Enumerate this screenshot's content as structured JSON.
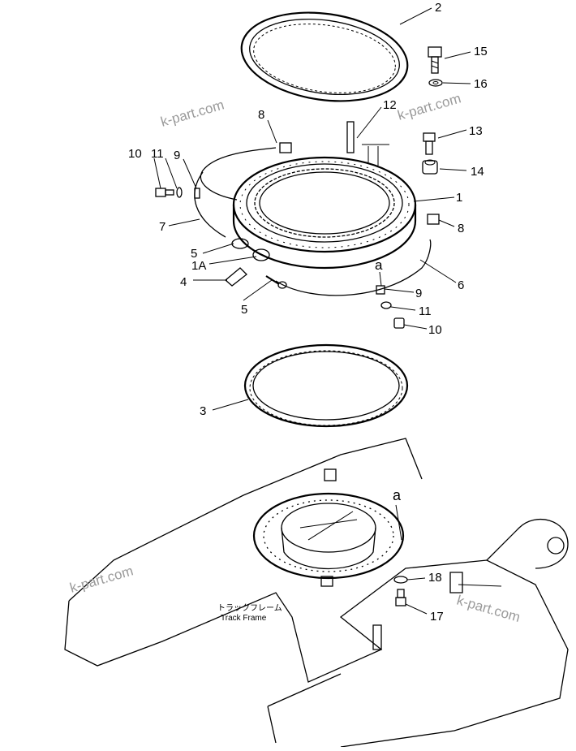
{
  "callouts": {
    "c2": "2",
    "c15": "15",
    "c16": "16",
    "c12": "12",
    "c8a": "8",
    "c13": "13",
    "c14": "14",
    "c10a": "10",
    "c11a": "11",
    "c9a": "9",
    "c1": "1",
    "c7": "7",
    "c8b": "8",
    "c5a": "5",
    "c1A": "1A",
    "c6": "6",
    "c4": "4",
    "c9b": "9",
    "c5b": "5",
    "c11b": "11",
    "c10b": "10",
    "c3": "3",
    "c18": "18",
    "c17": "17",
    "a1": "a",
    "a2": "a"
  },
  "watermarks": [
    "k-part.com",
    "k-part.com",
    "k-part.com",
    "k-part.com"
  ],
  "track_frame": {
    "jp": "トラックフレーム",
    "en": "Track Frame"
  }
}
